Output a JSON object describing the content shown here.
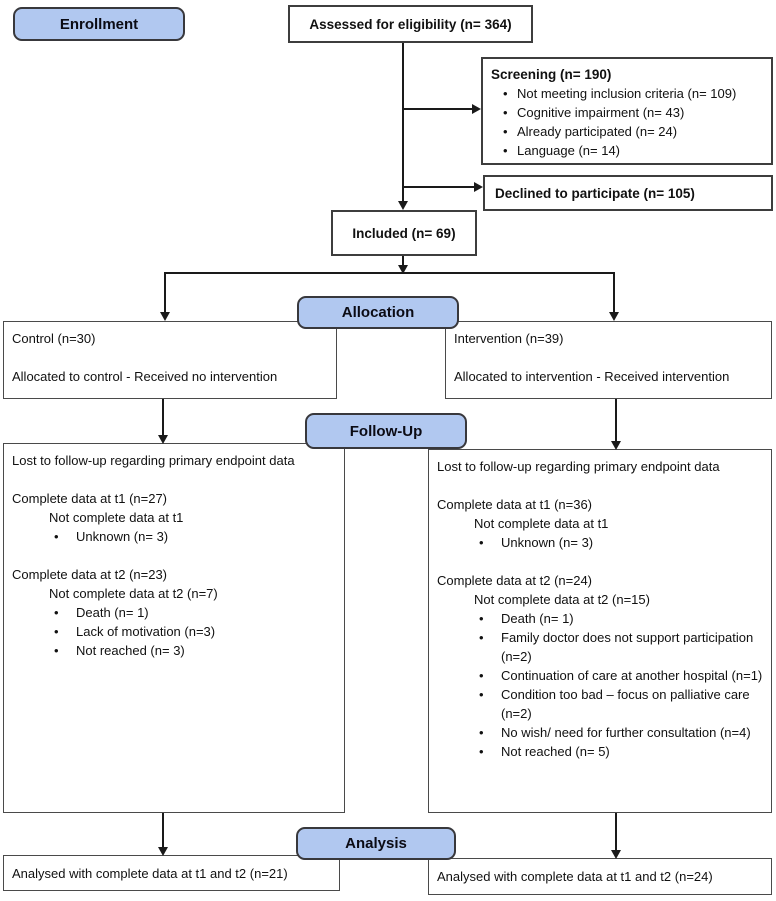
{
  "stages": {
    "enrollment": "Enrollment",
    "allocation": "Allocation",
    "followup": "Follow-Up",
    "analysis": "Analysis"
  },
  "boxes": {
    "assessed": "Assessed for eligibility (n= 364)",
    "screening": {
      "title": "Screening (n= 190)",
      "bullets": [
        "Not meeting inclusion criteria (n= 109)",
        "Cognitive impairment (n= 43)",
        "Already participated (n= 24)",
        "Language (n= 14)"
      ]
    },
    "declined": "Declined to participate (n= 105)",
    "included": "Included (n= 69)",
    "control": {
      "title": "Control (n=30)",
      "detail": "Allocated to control - Received no intervention"
    },
    "intervention": {
      "title": "Intervention (n=39)",
      "detail": "Allocated to intervention - Received intervention"
    },
    "followup_control": {
      "header": "Lost to follow-up regarding primary endpoint data",
      "t1_complete": "Complete data at t1 (n=27)",
      "t1_not_complete": "Not complete data at t1",
      "t1_reasons": [
        "Unknown (n= 3)"
      ],
      "t2_complete": "Complete data at t2 (n=23)",
      "t2_not_complete": "Not complete data at t2 (n=7)",
      "t2_reasons": [
        "Death (n= 1)",
        "Lack of motivation (n=3)",
        "Not reached (n= 3)"
      ]
    },
    "followup_intervention": {
      "header": "Lost to follow-up regarding primary endpoint data",
      "t1_complete": "Complete data at t1 (n=36)",
      "t1_not_complete": "Not complete data at t1",
      "t1_reasons": [
        "Unknown (n= 3)"
      ],
      "t2_complete": "Complete data at t2 (n=24)",
      "t2_not_complete": "Not complete data at t2 (n=15)",
      "t2_reasons": [
        "Death (n= 1)",
        "Family doctor does not support participation (n=2)",
        "Continuation of care at another hospital (n=1)",
        "Condition too bad – focus on palliative care (n=2)",
        "No wish/ need for further consultation (n=4)",
        "Not reached (n= 5)"
      ]
    },
    "analysis_control": "Analysed with complete data at t1 and t2 (n=21)",
    "analysis_intervention": "Analysed with complete data at t1 and t2 (n=24)"
  },
  "colors": {
    "stage_fill": "#b1c8f0",
    "stage_border": "#38383c",
    "box_border": "#3d3d3d",
    "line": "#1a1a1a"
  }
}
